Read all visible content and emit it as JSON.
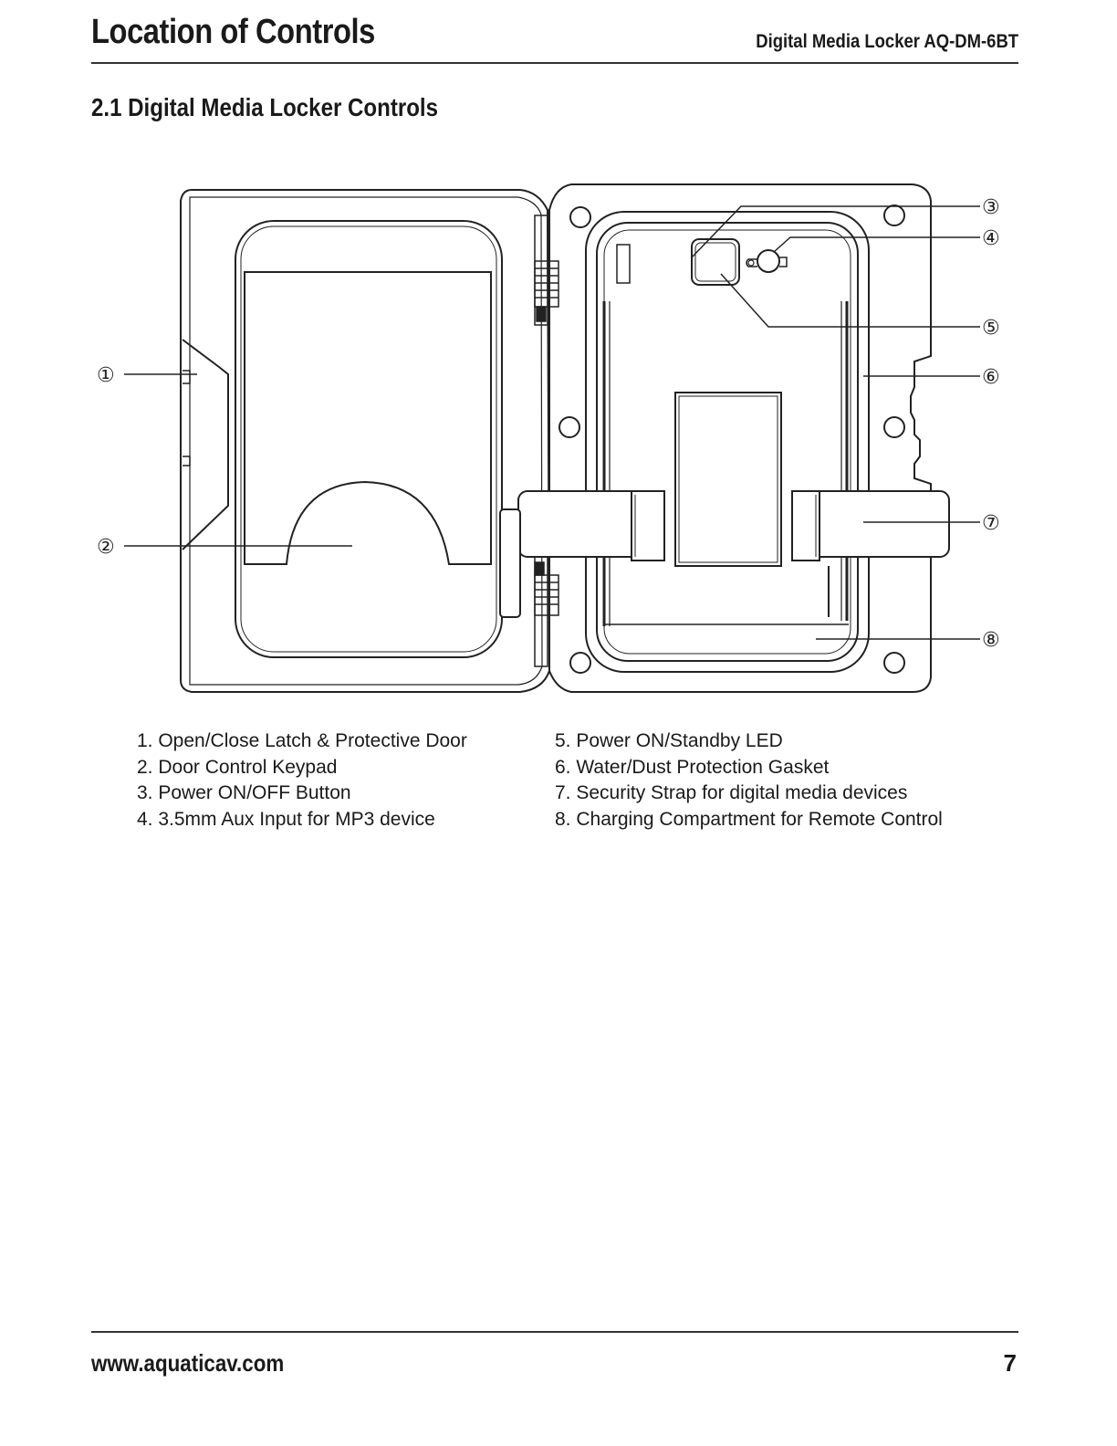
{
  "header": {
    "page_title": "Location of Controls",
    "document_title": "Digital Media Locker AQ-DM-6BT"
  },
  "section": {
    "heading": "2.1 Digital Media Locker Controls"
  },
  "diagram": {
    "callouts": [
      "①",
      "②",
      "③",
      "④",
      "⑤",
      "⑥",
      "⑦",
      "⑧"
    ]
  },
  "legend": {
    "left": [
      "1. Open/Close Latch & Protective Door",
      "2. Door Control Keypad",
      "3. Power ON/OFF Button",
      "4. 3.5mm Aux Input for MP3 device"
    ],
    "right": [
      "5. Power ON/Standby LED",
      "6. Water/Dust Protection Gasket",
      "7. Security Strap for digital media devices",
      "8. Charging Compartment for Remote Control"
    ]
  },
  "footer": {
    "url": "www.aquaticav.com",
    "page_number": "7"
  }
}
